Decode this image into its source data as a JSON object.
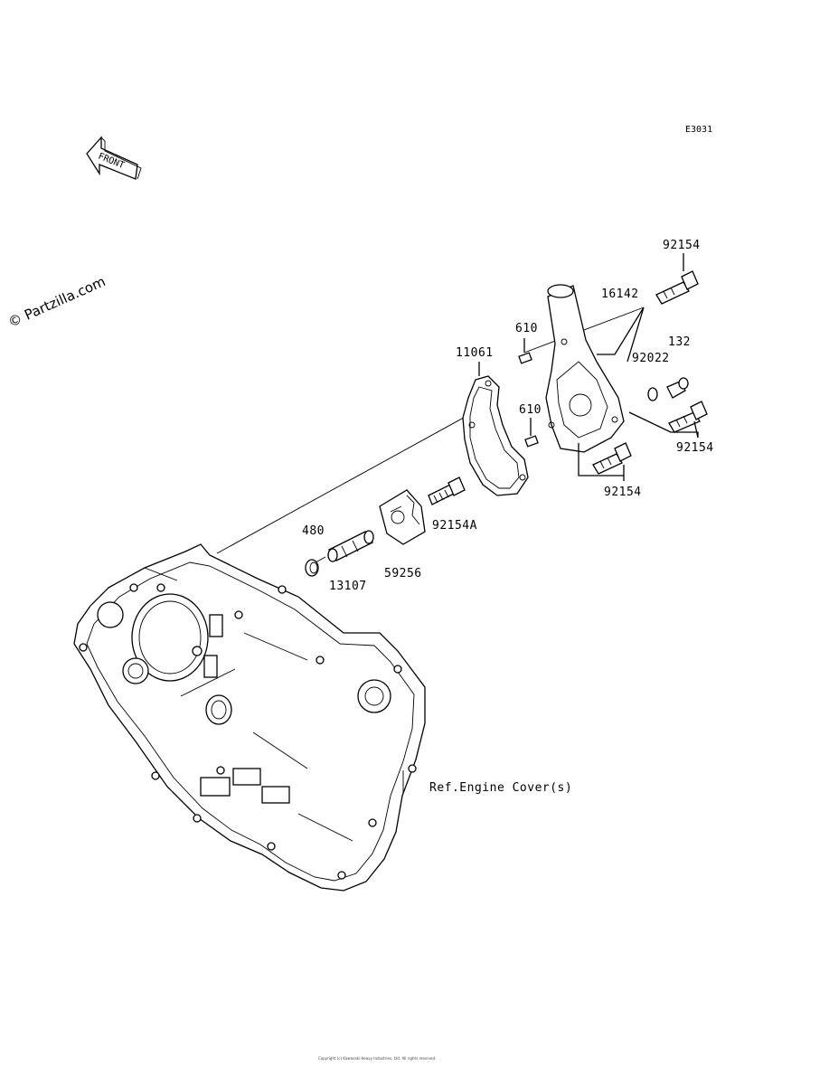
{
  "diagram_id": "E3031",
  "watermark": "© Partzilla.com",
  "front_arrow": {
    "text": "FRONT",
    "icon": "front-arrow-icon"
  },
  "reference_note": "Ref.Engine Cover(s)",
  "footer_text": "Copyright (c) Kawasaki Heavy Industries, Ltd. All rights reserved.",
  "labels": {
    "p92154_top": "92154",
    "p16142": "16142",
    "p610_top": "610",
    "p132": "132",
    "p11061": "11061",
    "p92022": "92022",
    "p610_mid": "610",
    "p92154_right": "92154",
    "p92154_bottom": "92154",
    "p480": "480",
    "p92154A": "92154A",
    "p59256": "59256",
    "p13107": "13107"
  }
}
